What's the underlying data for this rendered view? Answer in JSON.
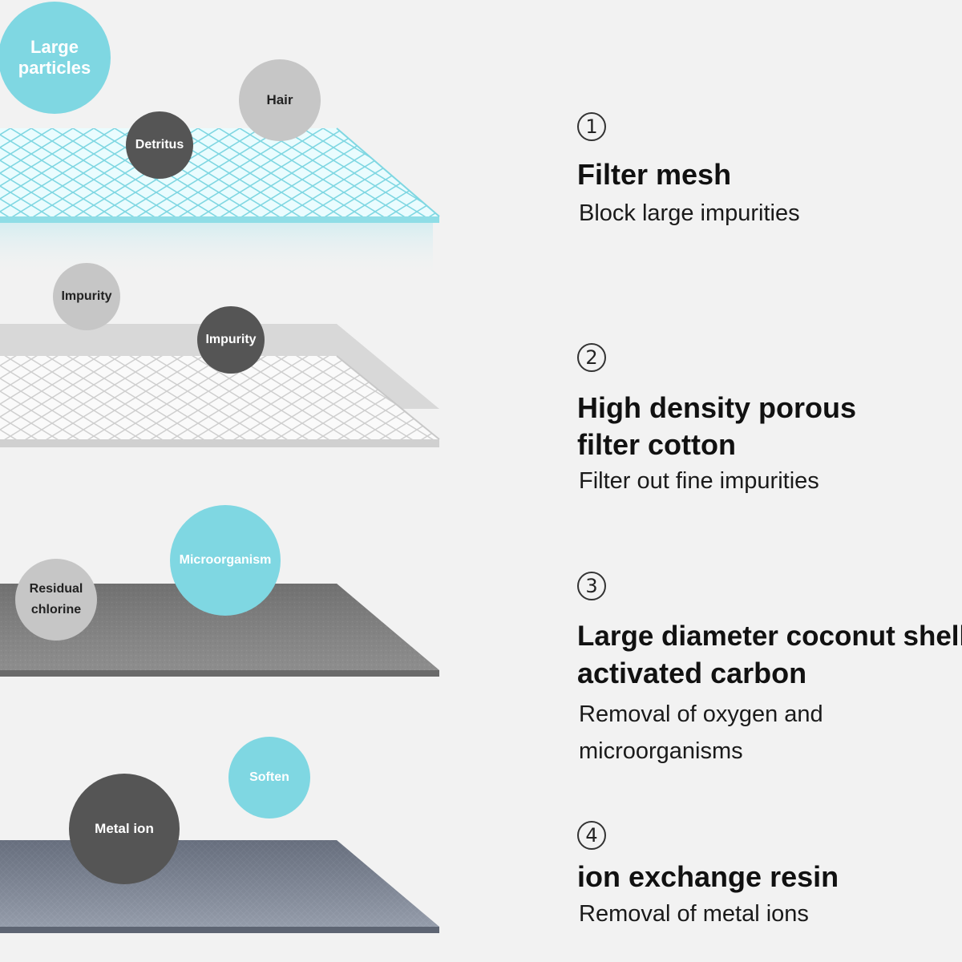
{
  "bubbles": {
    "large_particles": "Large particles",
    "hair": "Hair",
    "detritus": "Detritus",
    "impurity_light": "Impurity",
    "impurity_dark": "Impurity",
    "microorganism": "Microorganism",
    "residual_chlorine": "Residual chlorine",
    "soften": "Soften",
    "metal_ion": "Metal ion"
  },
  "steps": [
    {
      "number": "1",
      "title": "Filter mesh",
      "description": "Block large impurities"
    },
    {
      "number": "2",
      "title_line1": "High density porous",
      "title_line2": "filter cotton",
      "description": "Filter out fine impurities"
    },
    {
      "number": "3",
      "title_line1": "Large diameter coconut shell",
      "title_line2": "activated carbon",
      "description_line1": "Removal of oxygen and",
      "description_line2": "microorganisms"
    },
    {
      "number": "4",
      "title": "ion exchange resin",
      "description": "Removal of metal ions"
    }
  ],
  "colors": {
    "background": "#f2f2f2",
    "mesh_cyan": "#7fd7e2",
    "cotton_gray": "#d6d6d6",
    "carbon_gray": "#7a7a7a",
    "resin_slate": "#6f7684",
    "bubble_dark": "#555555",
    "bubble_light": "#c6c6c6"
  }
}
